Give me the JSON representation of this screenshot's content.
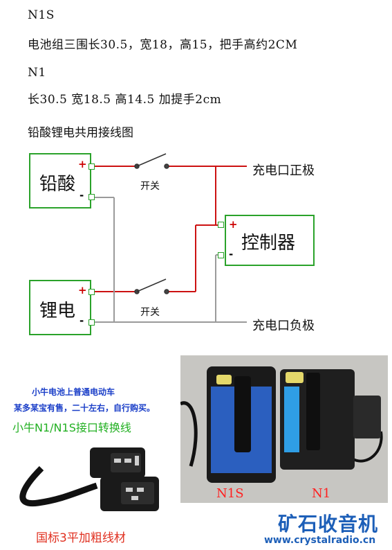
{
  "specs": {
    "n1s_title": "N1S",
    "n1s_dims": "电池组三围长30.5，宽18，高15，把手高约2CM",
    "n1_title": "N1",
    "n1_dims": "长30.5   宽18.5   高14.5   加提手2cm"
  },
  "diagram": {
    "title": "铅酸锂电共用接线图",
    "lead_acid": "铅酸",
    "lithium": "锂电",
    "controller": "控制器",
    "switch_top": "开关",
    "switch_bottom": "开关",
    "charge_pos": "充电口正极",
    "charge_neg": "充电口负极",
    "plus": "+",
    "minus": "-",
    "colors": {
      "box": "#2aa22a",
      "positive_wire": "#cc1111",
      "negative_wire": "#999999"
    }
  },
  "promo": {
    "line1": "小牛电池上普通电动车",
    "line2": "某多某宝有售，二十左右，自行购买。",
    "cable_title": "小牛N1/N1S接口转换线",
    "cable_caption": "国标3平加粗线材"
  },
  "photo": {
    "label_left": "N1S",
    "label_right": "N1"
  },
  "watermark": {
    "name": "矿石收音机",
    "url": "www.crystalradio.cn"
  }
}
